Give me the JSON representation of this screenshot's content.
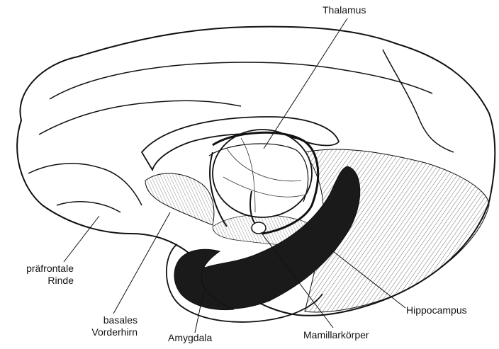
{
  "labels": {
    "thalamus": "Thalamus",
    "prefrontal_line1": "präfrontale",
    "prefrontal_line2": "Rinde",
    "basal_line1": "basales",
    "basal_line2": "Vorderhirn",
    "amygdala": "Amygdala",
    "mamillary": "Mamillarkörper",
    "hippocampus": "Hippocampus"
  },
  "colors": {
    "ink": "#111111",
    "shade": "#1a1a1a",
    "background": "#ffffff"
  }
}
